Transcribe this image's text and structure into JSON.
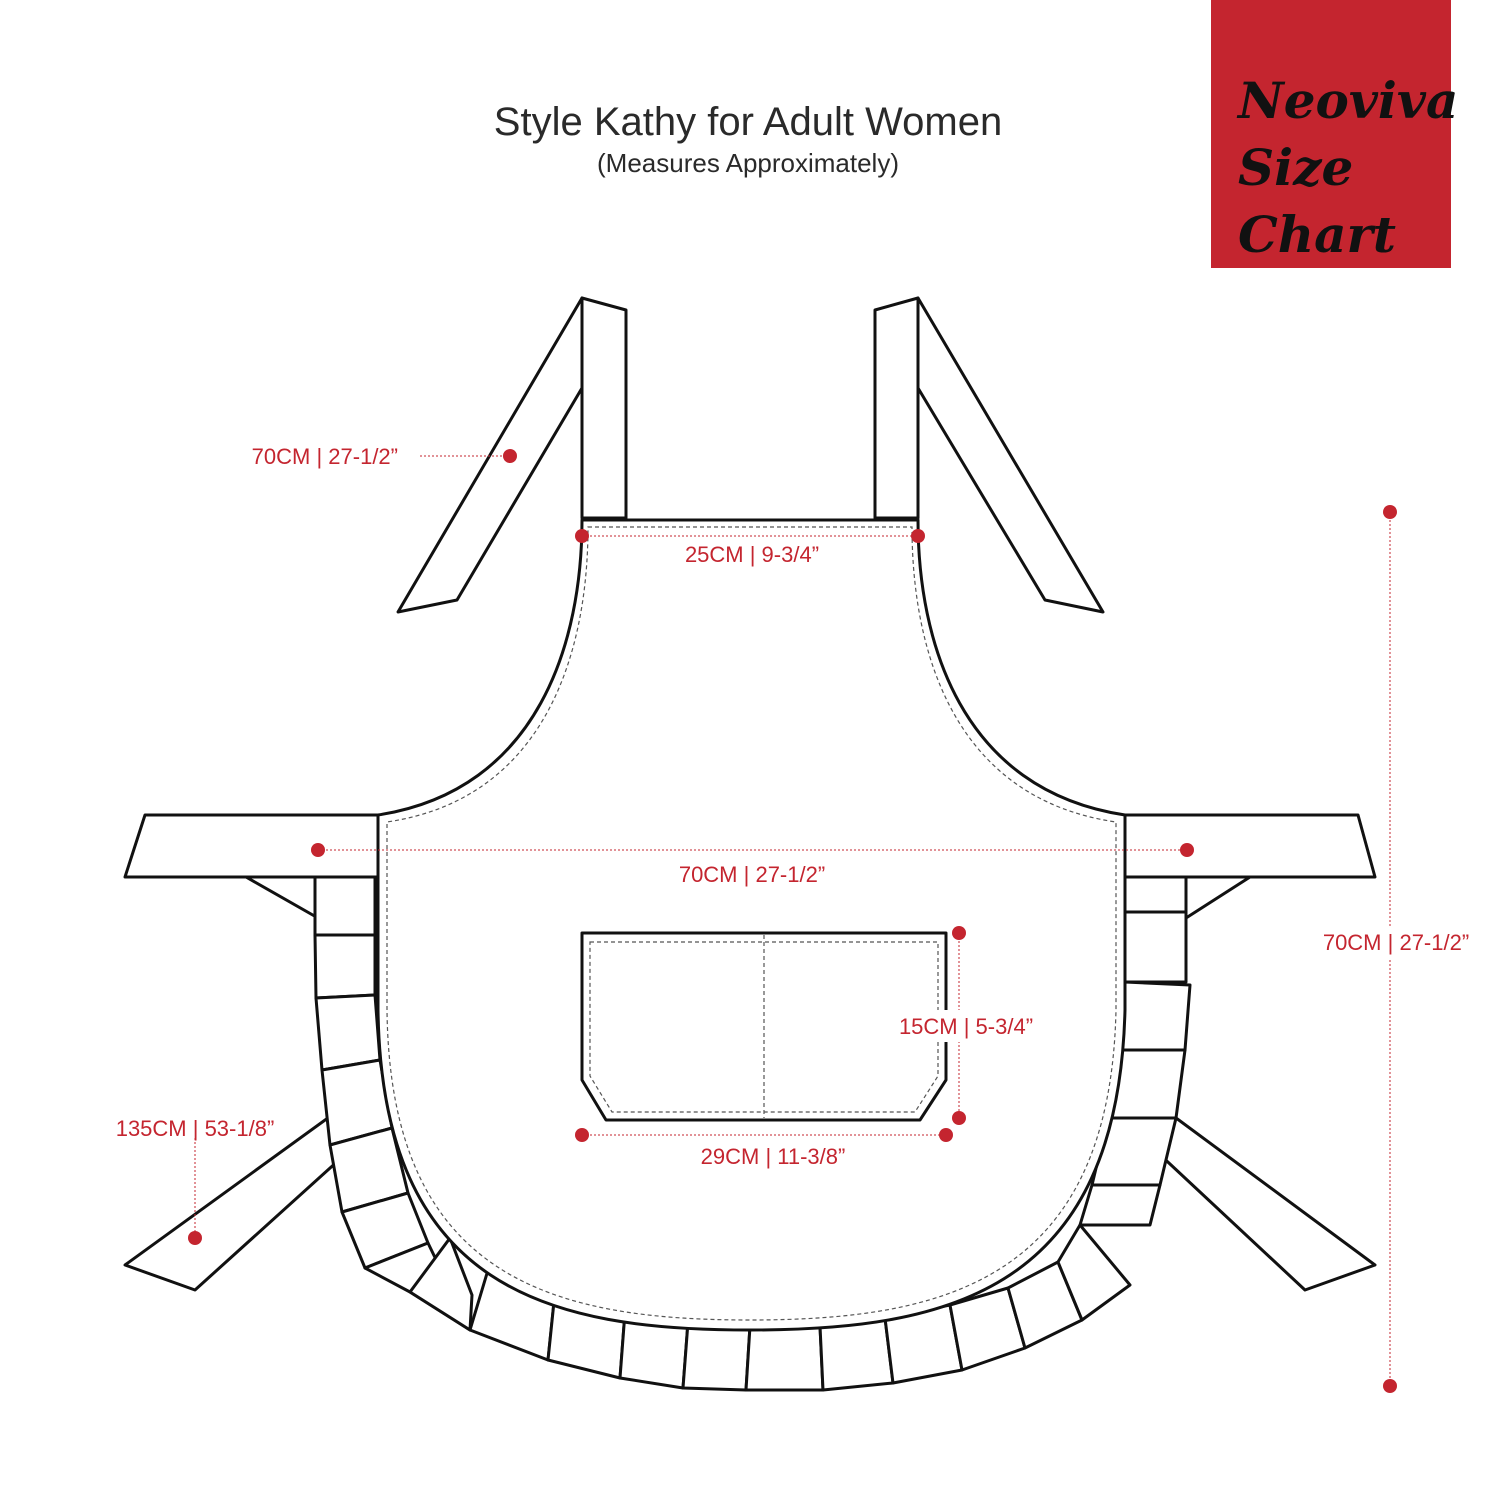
{
  "title": "Style Kathy for Adult Women",
  "subtitle": "(Measures Approximately)",
  "brand": {
    "lines": [
      "Neoviva",
      "Size",
      "Chart"
    ],
    "background": "#c4252f"
  },
  "colors": {
    "accent": "#c4252f",
    "outline": "#111111",
    "text": "#2a2a2a"
  },
  "measurements": {
    "neck_strap": "70CM | 27-1/2”",
    "top_width": "25CM | 9-3/4”",
    "waist_width": "70CM | 27-1/2”",
    "total_length": "70CM | 27-1/2”",
    "pocket_height": "15CM | 5-3/4”",
    "pocket_width": "29CM | 11-3/8”",
    "waist_tie": "135CM | 53-1/8”"
  }
}
